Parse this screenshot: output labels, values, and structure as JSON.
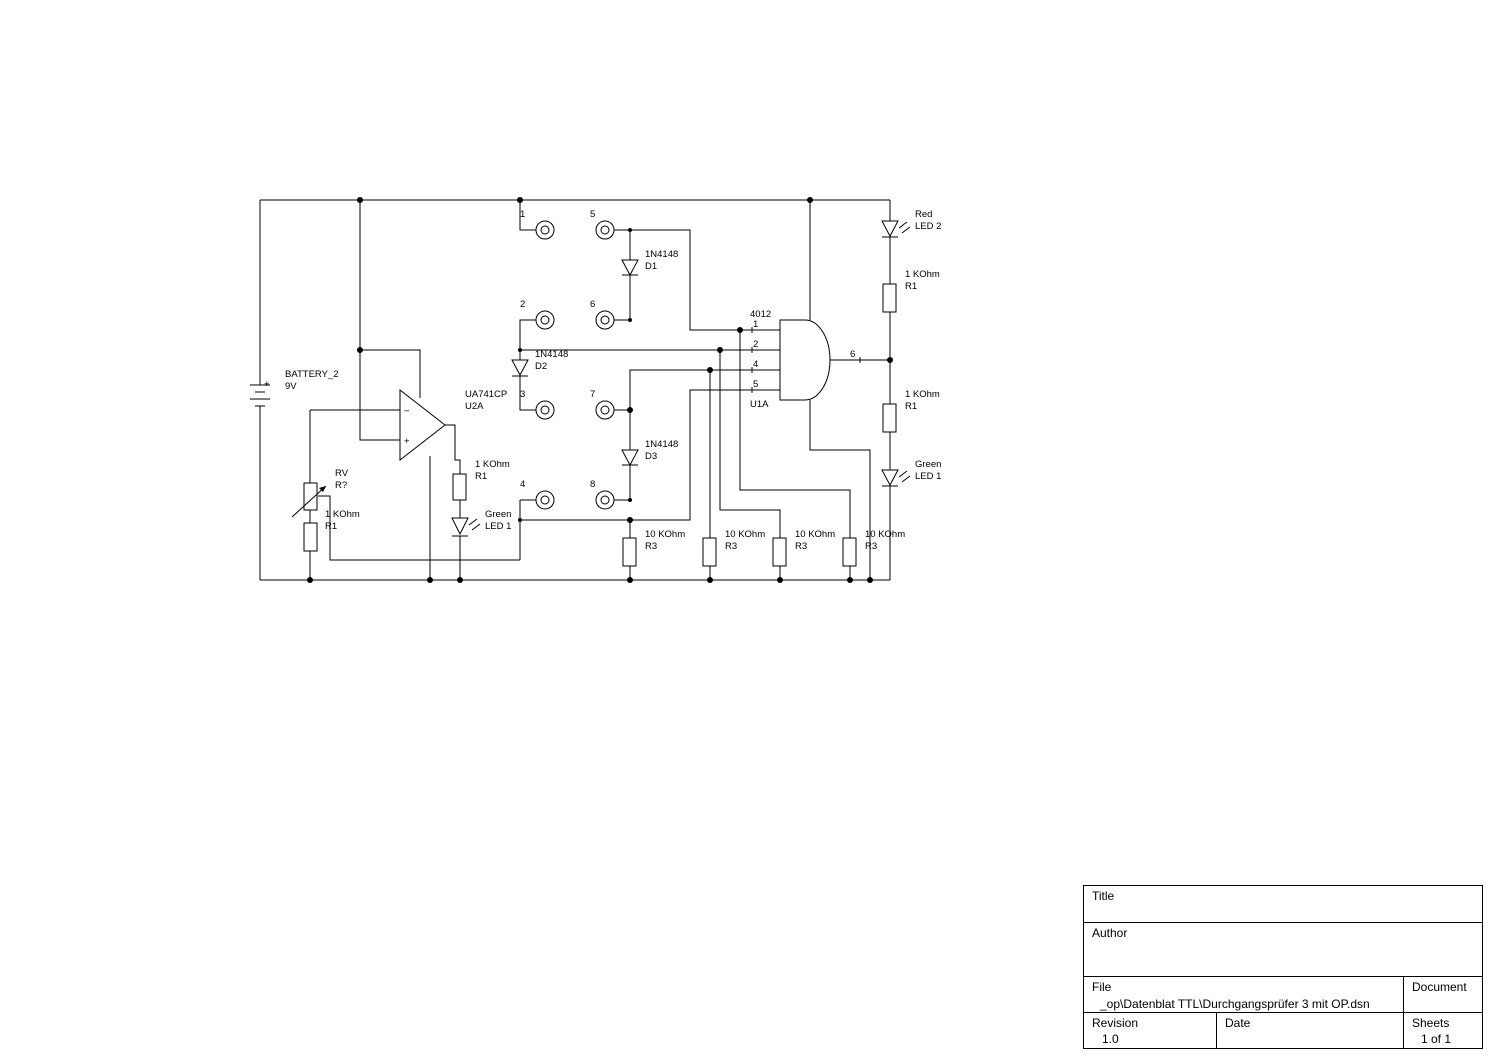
{
  "schematic": {
    "battery": {
      "name": "BATTERY_2",
      "value": "9V",
      "plus": "+"
    },
    "opamp": {
      "part": "UA741CP",
      "ref": "U2A",
      "minus": "−",
      "plus": "+"
    },
    "rv": {
      "name": "RV",
      "ref": "R?"
    },
    "r_left": {
      "value": "1 KOhm",
      "ref": "R1"
    },
    "r_opout": {
      "value": "1 KOhm",
      "ref": "R1"
    },
    "led_left": {
      "color": "Green",
      "ref": "LED 1"
    },
    "diode_d1": {
      "part": "1N4148",
      "ref": "D1"
    },
    "diode_d2": {
      "part": "1N4148",
      "ref": "D2"
    },
    "diode_d3": {
      "part": "1N4148",
      "ref": "D3"
    },
    "connectors_left": [
      "1",
      "2",
      "3",
      "4"
    ],
    "connectors_right": [
      "5",
      "6",
      "7",
      "8"
    ],
    "gate": {
      "part": "4012",
      "ref": "U1A",
      "pins": [
        "1",
        "2",
        "4",
        "5"
      ],
      "out_pin": "6"
    },
    "pulldowns": [
      {
        "value": "10 KOhm",
        "ref": "R3"
      },
      {
        "value": "10 KOhm",
        "ref": "R3"
      },
      {
        "value": "10 KOhm",
        "ref": "R3"
      },
      {
        "value": "10 KOhm",
        "ref": "R3"
      }
    ],
    "led_red": {
      "color": "Red",
      "ref": "LED 2"
    },
    "r_red": {
      "value": "1 KOhm",
      "ref": "R1"
    },
    "r_green": {
      "value": "1 KOhm",
      "ref": "R1"
    },
    "led_green_right": {
      "color": "Green",
      "ref": "LED 1"
    }
  },
  "title_block": {
    "title_label": "Title",
    "author_label": "Author",
    "file_label": "File",
    "file_value": "_op\\Datenblat TTL\\Durchgangsprüfer 3 mit OP.dsn",
    "document_label": "Document",
    "revision_label": "Revision",
    "revision_value": "1.0",
    "date_label": "Date",
    "sheets_label": "Sheets",
    "sheets_value": "1 of 1"
  }
}
